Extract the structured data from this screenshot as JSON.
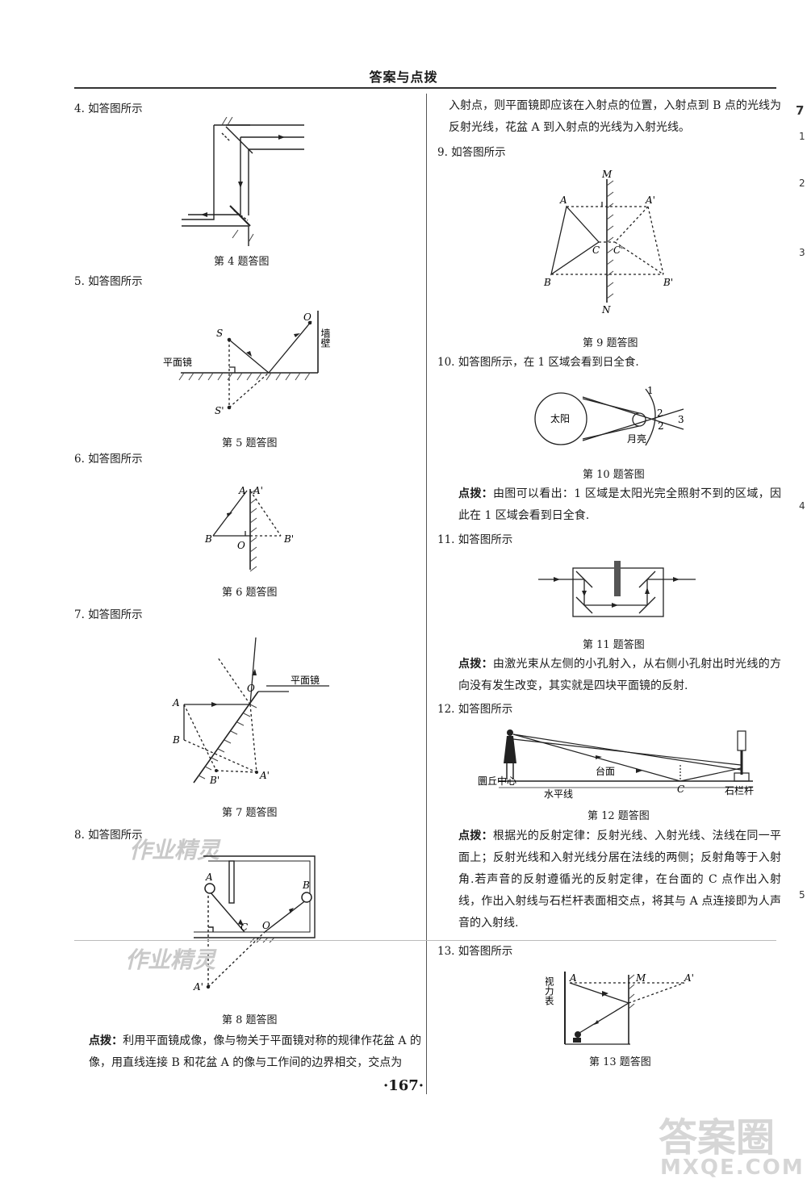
{
  "header": {
    "title": "答案与点拨"
  },
  "page_number": "·167·",
  "left": {
    "q4": {
      "label": "4. 如答图所示",
      "caption": "第 4 题答图"
    },
    "q5": {
      "label": "5. 如答图所示",
      "caption": "第 5 题答图",
      "fig": {
        "S": "S",
        "O": "O",
        "S_img": "S'",
        "mirror": "平面镜",
        "wall": "墙壁"
      }
    },
    "q6": {
      "label": "6. 如答图所示",
      "caption": "第 6 题答图",
      "fig": {
        "A": "A",
        "A_img": "A'",
        "B": "B",
        "B_img": "B'",
        "O": "O"
      }
    },
    "q7": {
      "label": "7. 如答图所示",
      "caption": "第 7 题答图",
      "fig": {
        "A": "A",
        "B": "B",
        "O": "O",
        "A_img": "A'",
        "B_img": "B'",
        "mirror": "平面镜"
      }
    },
    "q8": {
      "label": "8. 如答图所示",
      "caption": "第 8 题答图",
      "fig": {
        "A": "A",
        "B": "B",
        "C": "C",
        "O": "O",
        "A_img": "A'"
      },
      "tip_label": "点拨：",
      "tip": "利用平面镜成像，像与物关于平面镜对称的规律作花盆 A 的像，用直线连接 B 和花盆 A 的像与工作间的边界相交，交点为"
    }
  },
  "right": {
    "cont": "入射点，则平面镜即应该在入射点的位置，入射点到 B 点的光线为反射光线，花盆 A 到入射点的光线为入射光线。",
    "q9": {
      "label": "9. 如答图所示",
      "caption": "第 9 题答图",
      "fig": {
        "M": "M",
        "N": "N",
        "A": "A",
        "A_img": "A'",
        "B": "B",
        "B_img": "B'",
        "C": "C",
        "C_img": "C'"
      }
    },
    "q10": {
      "label": "10. 如答图所示，在 1 区域会看到日全食.",
      "caption": "第 10 题答图",
      "fig": {
        "sun": "太阳",
        "moon": "月亮",
        "r1": "1",
        "r2a": "2",
        "r2b": "2",
        "r3": "3"
      },
      "tip_label": "点拨：",
      "tip": "由图可以看出：1 区域是太阳光完全照射不到的区域，因此在 1 区域会看到日全食."
    },
    "q11": {
      "label": "11. 如答图所示",
      "caption": "第 11 题答图",
      "tip_label": "点拨：",
      "tip": "由激光束从左侧的小孔射入，从右侧小孔射出时光线的方向没有发生改变，其实就是四块平面镜的反射."
    },
    "q12": {
      "label": "12. 如答图所示",
      "caption": "第 12 题答图",
      "fig": {
        "center": "圜丘中心",
        "terrace": "台面",
        "horizon": "水平线",
        "C": "C",
        "rail": "石栏杆"
      },
      "tip_label": "点拨：",
      "tip": "根据光的反射定律：反射光线、入射光线、法线在同一平面上；反射光线和入射光线分居在法线的两侧；反射角等于入射角.若声音的反射遵循光的反射定律，在台面的 C 点作出入射线，作出入射线与石栏杆表面相交点，将其与 A 点连接即为人声音的入射线."
    },
    "q13": {
      "label": "13. 如答图所示",
      "caption": "第 13 题答图",
      "fig": {
        "A": "A",
        "M": "M",
        "A_img": "A'",
        "chart": "视力表"
      }
    }
  },
  "watermarks": {
    "w1": "作业精灵",
    "w2": "作业精灵",
    "w3": "答案圈",
    "w4": "MXQE.COM"
  },
  "edge": {
    "e1": "7",
    "e2": "1",
    "e3": "2",
    "e4": "3",
    "e5": "4",
    "e6": "5"
  }
}
